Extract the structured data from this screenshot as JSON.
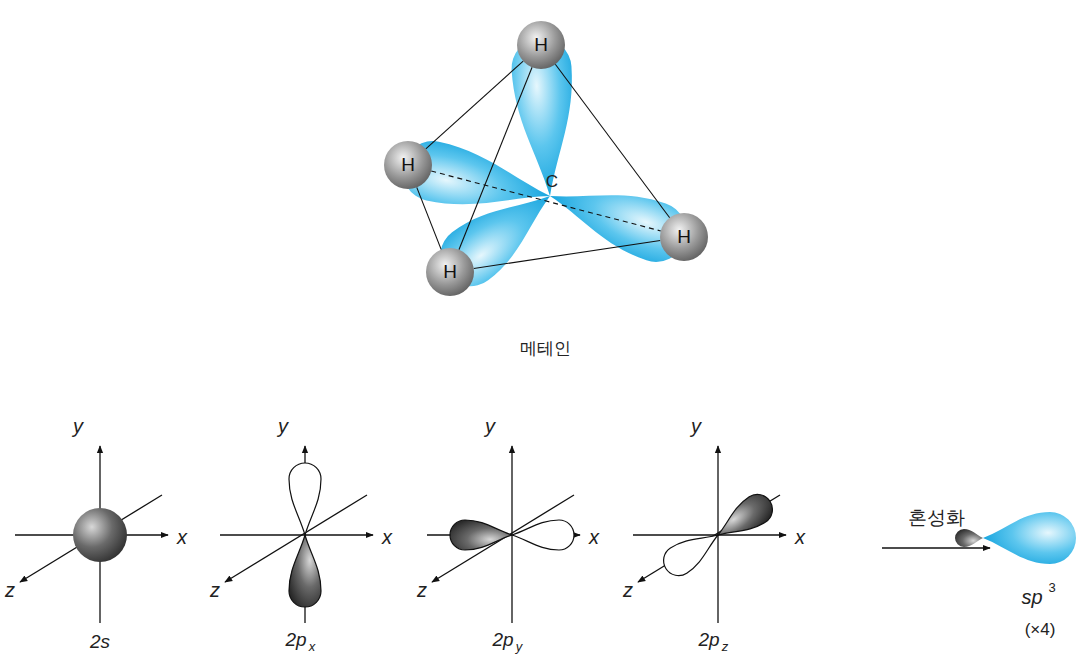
{
  "diagram": {
    "nodes": [
      {
        "text": [
          "H"
        ]
      },
      {
        "text": [
          "H"
        ]
      },
      {
        "text": [
          "H"
        ]
      },
      {
        "text": [
          "H"
        ]
      }
    ],
    "edges": [
      {
        "from": 0,
        "to": 1,
        "arrow": "none"
      },
      {
        "from": 0,
        "to": 2,
        "arrow": "none"
      },
      {
        "from": 0,
        "to": 3,
        "arrow": "none"
      },
      {
        "from": 1,
        "to": 2,
        "arrow": "none"
      },
      {
        "from": 2,
        "to": 3,
        "arrow": "none"
      },
      {
        "from": 1,
        "to": 3,
        "arrow": "none"
      }
    ],
    "labels": [
      "C",
      "메테인",
      "y",
      "x",
      "z",
      "y",
      "x",
      "z",
      "y",
      "x",
      "z",
      "y",
      "x",
      "z",
      "2s",
      "2p",
      "x",
      "2p",
      "y",
      "2p",
      "z",
      "혼성화",
      "sp",
      "3",
      "(×4)"
    ]
  }
}
